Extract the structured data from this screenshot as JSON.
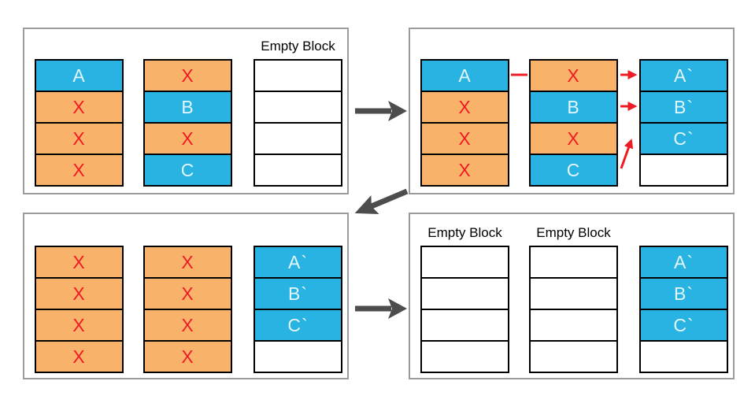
{
  "colors": {
    "cyan": "#29b3e2",
    "orange": "#f9b269",
    "red": "#ed1c24",
    "cyan_text": "#e3f7fd",
    "gray": "#4d4d4d",
    "panel_border": "#9b9b9b",
    "block_border": "#000000"
  },
  "panels": [
    {
      "columns": [
        {
          "header": "",
          "cells": [
            {
              "t": "A",
              "k": "data"
            },
            {
              "t": "X",
              "k": "invalid"
            },
            {
              "t": "X",
              "k": "invalid"
            },
            {
              "t": "X",
              "k": "invalid"
            }
          ]
        },
        {
          "header": "",
          "cells": [
            {
              "t": "X",
              "k": "invalid"
            },
            {
              "t": "B",
              "k": "data"
            },
            {
              "t": "X",
              "k": "invalid"
            },
            {
              "t": "C",
              "k": "data"
            }
          ]
        },
        {
          "header": "Empty Block",
          "cells": [
            {
              "t": "",
              "k": "empty"
            },
            {
              "t": "",
              "k": "empty"
            },
            {
              "t": "",
              "k": "empty"
            },
            {
              "t": "",
              "k": "empty"
            }
          ]
        }
      ]
    },
    {
      "columns": [
        {
          "header": "",
          "cells": [
            {
              "t": "A",
              "k": "data"
            },
            {
              "t": "X",
              "k": "invalid"
            },
            {
              "t": "X",
              "k": "invalid"
            },
            {
              "t": "X",
              "k": "invalid"
            }
          ]
        },
        {
          "header": "",
          "cells": [
            {
              "t": "X",
              "k": "invalid"
            },
            {
              "t": "B",
              "k": "data"
            },
            {
              "t": "X",
              "k": "invalid"
            },
            {
              "t": "C",
              "k": "data"
            }
          ]
        },
        {
          "header": "",
          "cells": [
            {
              "t": "A`",
              "k": "data"
            },
            {
              "t": "B`",
              "k": "data"
            },
            {
              "t": "C`",
              "k": "data"
            },
            {
              "t": "",
              "k": "empty"
            }
          ]
        }
      ]
    },
    {
      "columns": [
        {
          "header": "",
          "cells": [
            {
              "t": "X",
              "k": "invalid"
            },
            {
              "t": "X",
              "k": "invalid"
            },
            {
              "t": "X",
              "k": "invalid"
            },
            {
              "t": "X",
              "k": "invalid"
            }
          ]
        },
        {
          "header": "",
          "cells": [
            {
              "t": "X",
              "k": "invalid"
            },
            {
              "t": "X",
              "k": "invalid"
            },
            {
              "t": "X",
              "k": "invalid"
            },
            {
              "t": "X",
              "k": "invalid"
            }
          ]
        },
        {
          "header": "",
          "cells": [
            {
              "t": "A`",
              "k": "data"
            },
            {
              "t": "B`",
              "k": "data"
            },
            {
              "t": "C`",
              "k": "data"
            },
            {
              "t": "",
              "k": "empty"
            }
          ]
        }
      ]
    },
    {
      "columns": [
        {
          "header": "Empty Block",
          "cells": [
            {
              "t": "",
              "k": "empty"
            },
            {
              "t": "",
              "k": "empty"
            },
            {
              "t": "",
              "k": "empty"
            },
            {
              "t": "",
              "k": "empty"
            }
          ]
        },
        {
          "header": "Empty Block",
          "cells": [
            {
              "t": "",
              "k": "empty"
            },
            {
              "t": "",
              "k": "empty"
            },
            {
              "t": "",
              "k": "empty"
            },
            {
              "t": "",
              "k": "empty"
            }
          ]
        },
        {
          "header": "",
          "cells": [
            {
              "t": "A`",
              "k": "data"
            },
            {
              "t": "B`",
              "k": "data"
            },
            {
              "t": "C`",
              "k": "data"
            },
            {
              "t": "",
              "k": "empty"
            }
          ]
        }
      ]
    }
  ],
  "arrows": {
    "flow": [
      "panel1-to-panel2",
      "panel2-to-panel3",
      "panel3-to-panel4"
    ],
    "copy": [
      {
        "from": "A",
        "to": "A`"
      },
      {
        "from": "B",
        "to": "B`"
      },
      {
        "from": "C",
        "to": "C`"
      }
    ]
  }
}
